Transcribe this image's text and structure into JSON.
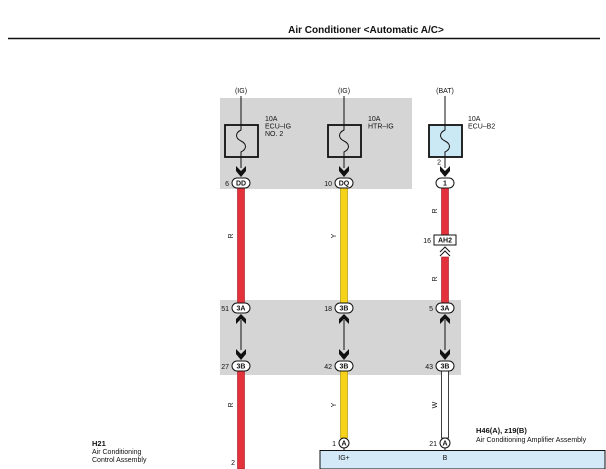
{
  "header": {
    "title": "Air Conditioner <Automatic A/C>"
  },
  "colors": {
    "red_wire": "#e3323b",
    "yellow_wire": "#f4d31a",
    "white_wire": "#ffffff",
    "shade_gray": "#d5d5d5",
    "fuse_blue": "#cbe8f5",
    "ecu_blue": "#d3e9f7"
  },
  "circuits": [
    {
      "source": "(IG)",
      "fuse": {
        "rating": "10A",
        "name": "ECU–IG",
        "name_line2": "NO. 2"
      },
      "fuse_connector": {
        "pin": "6",
        "code": "DD"
      },
      "wire_upper": "R",
      "junction_upper": {
        "pin": "51",
        "code": "3A"
      },
      "junction_lower": {
        "pin": "27",
        "code": "3B"
      },
      "wire_lower": "R",
      "end_pin": "2"
    },
    {
      "source": "(IG)",
      "fuse": {
        "rating": "10A",
        "name": "HTR–IG"
      },
      "fuse_connector": {
        "pin": "10",
        "code": "DQ"
      },
      "wire_upper": "Y",
      "junction_upper": {
        "pin": "18",
        "code": "3B"
      },
      "junction_lower": {
        "pin": "42",
        "code": "3B"
      },
      "wire_lower": "Y",
      "end_terminal": {
        "pin": "1",
        "connector": "A"
      }
    },
    {
      "source": "(BAT)",
      "fuse": {
        "rating": "10A",
        "name": "ECU–B2",
        "terminal_pin": "2"
      },
      "fuse_connector": {
        "code": "1"
      },
      "wire_upper": "R",
      "inline_connector": {
        "pin": "16",
        "code": "AH2"
      },
      "wire_middle": "R",
      "junction_upper": {
        "pin": "5",
        "code": "3A"
      },
      "junction_lower": {
        "pin": "43",
        "code": "3B"
      },
      "wire_lower": "W",
      "end_terminal": {
        "pin": "21",
        "connector": "A"
      }
    }
  ],
  "components": {
    "amplifier": {
      "id": "H46(A), z19(B)",
      "name": "Air Conditioning Amplifier Assembly",
      "terminals": [
        "IG+",
        "B"
      ]
    },
    "control": {
      "id": "H21",
      "name_line1": "Air Conditioning",
      "name_line2": "Control Assembly"
    }
  }
}
